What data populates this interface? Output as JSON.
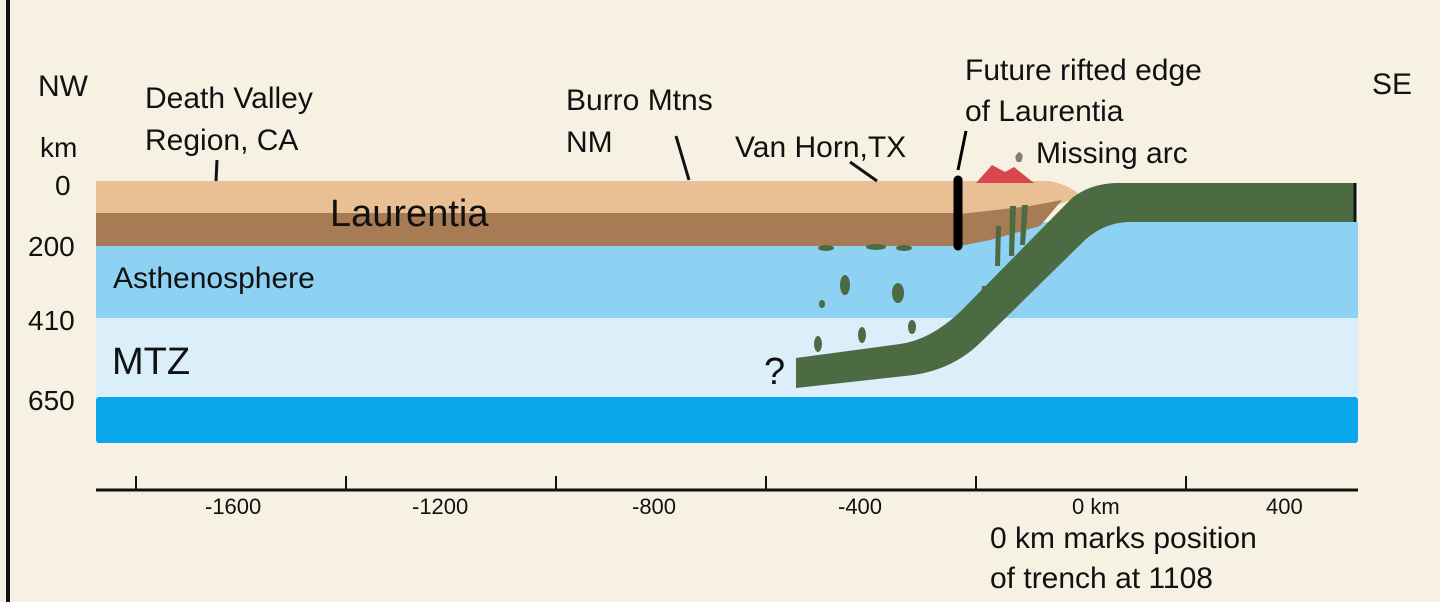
{
  "direction": {
    "left": "NW",
    "right": "SE"
  },
  "depth_axis": {
    "unit": "km",
    "ticks": [
      "0",
      "200",
      "410",
      "650"
    ]
  },
  "layers": {
    "laurentia": "Laurentia",
    "asthenosphere": "Asthenosphere",
    "mtz": "MTZ"
  },
  "locations": {
    "death_valley_line1": "Death Valley",
    "death_valley_line2": "Region, CA",
    "burro_line1": "Burro Mtns",
    "burro_line2": "NM",
    "van_horn": "Van Horn,TX",
    "rifted_line1": "Future rifted edge",
    "rifted_line2": "of Laurentia",
    "missing_arc": "Missing arc",
    "question": "?"
  },
  "x_axis": {
    "ticks": [
      "-1600",
      "-1200",
      "-800",
      "-400",
      "0 km",
      "400"
    ]
  },
  "caption": {
    "line1": "0 km marks position",
    "line2": "of trench at 1108"
  },
  "colors": {
    "background": "#f7f1e4",
    "upper_crust": "#e8c093",
    "lower_crust": "#a77b53",
    "asthenosphere": "#8dd2f2",
    "mtz": "#dbeffa",
    "below_650": "#0aa6ec",
    "slab": "#4d6b43",
    "arc": "#d8474e"
  }
}
